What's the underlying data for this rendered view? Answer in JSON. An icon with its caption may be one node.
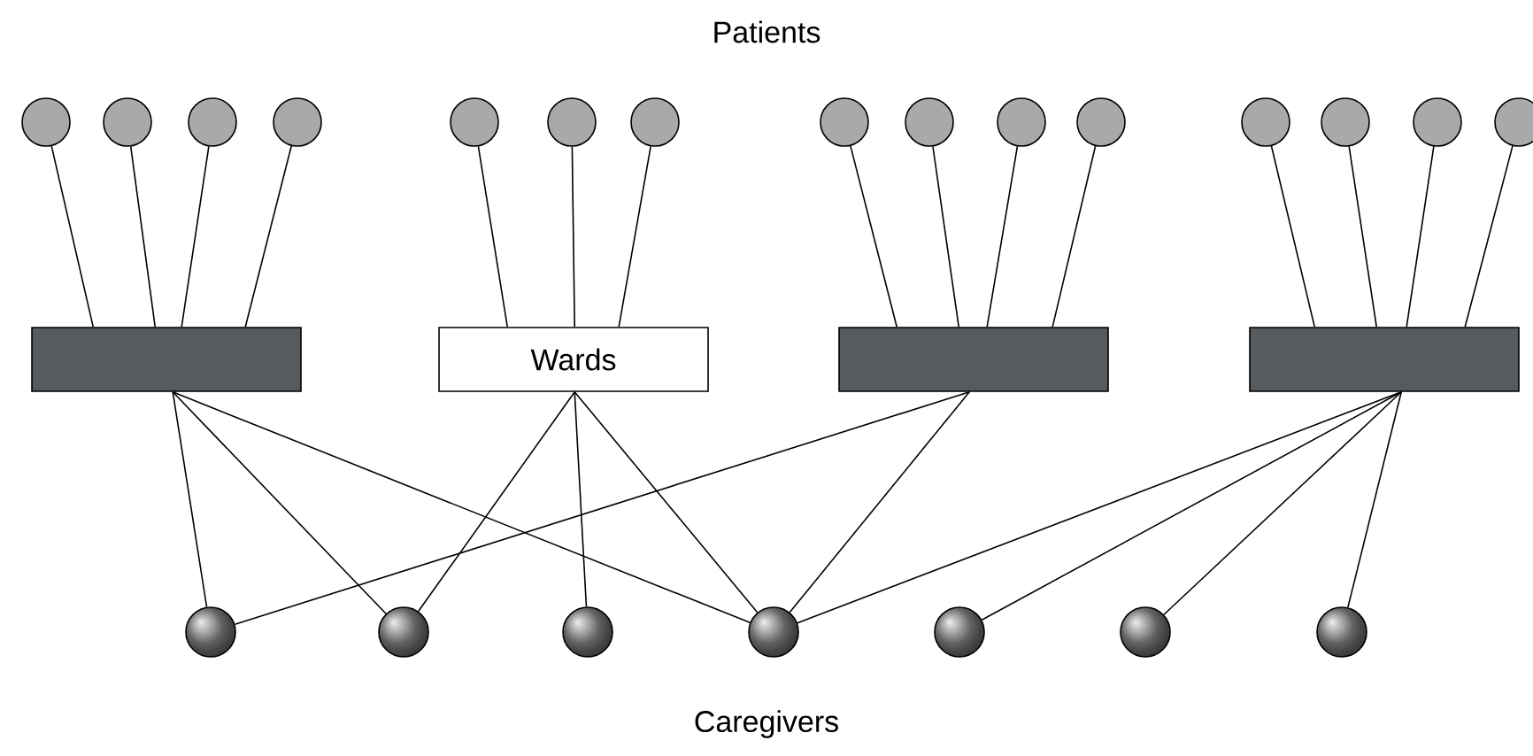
{
  "diagram": {
    "nodes": [
      {
        "text": [],
        "shape": "circle"
      },
      {
        "text": [],
        "shape": "circle"
      },
      {
        "text": [],
        "shape": "circle"
      },
      {
        "text": [],
        "shape": "circle"
      },
      {
        "text": [],
        "shape": "circle"
      },
      {
        "text": [],
        "shape": "circle"
      },
      {
        "text": [],
        "shape": "circle"
      },
      {
        "text": [],
        "shape": "circle"
      },
      {
        "text": [],
        "shape": "circle"
      },
      {
        "text": [],
        "shape": "circle"
      },
      {
        "text": [],
        "shape": "circle"
      },
      {
        "text": [],
        "shape": "circle"
      },
      {
        "text": [],
        "shape": "circle"
      },
      {
        "text": [],
        "shape": "circle"
      },
      {
        "text": [],
        "shape": "circle"
      },
      {
        "text": [],
        "shape": "box"
      },
      {
        "text": [
          "Wards"
        ]
      },
      {
        "text": [],
        "shape": "box"
      },
      {
        "text": [],
        "shape": "box"
      },
      {
        "text": [],
        "shape": "circle"
      },
      {
        "text": [],
        "shape": "circle"
      },
      {
        "text": [],
        "shape": "circle"
      },
      {
        "text": [],
        "shape": "circle"
      },
      {
        "text": [],
        "shape": "circle"
      },
      {
        "text": [],
        "shape": "circle"
      },
      {
        "text": [],
        "shape": "circle"
      }
    ],
    "edges": [
      {
        "from": 0,
        "to": 15,
        "arrow": "none"
      },
      {
        "from": 1,
        "to": 15,
        "arrow": "none"
      },
      {
        "from": 2,
        "to": 15,
        "arrow": "none"
      },
      {
        "from": 3,
        "to": 15,
        "arrow": "none"
      },
      {
        "from": 4,
        "to": 16,
        "arrow": "none"
      },
      {
        "from": 5,
        "to": 16,
        "arrow": "none"
      },
      {
        "from": 6,
        "to": 16,
        "arrow": "none"
      },
      {
        "from": 7,
        "to": 17,
        "arrow": "none"
      },
      {
        "from": 8,
        "to": 17,
        "arrow": "none"
      },
      {
        "from": 9,
        "to": 17,
        "arrow": "none"
      },
      {
        "from": 10,
        "to": 17,
        "arrow": "none"
      },
      {
        "from": 11,
        "to": 18,
        "arrow": "none"
      },
      {
        "from": 12,
        "to": 18,
        "arrow": "none"
      },
      {
        "from": 13,
        "to": 18,
        "arrow": "none"
      },
      {
        "from": 14,
        "to": 18,
        "arrow": "none"
      },
      {
        "from": 15,
        "to": 19,
        "arrow": "none"
      },
      {
        "from": 15,
        "to": 20,
        "arrow": "none"
      },
      {
        "from": 15,
        "to": 22,
        "arrow": "none"
      },
      {
        "from": 16,
        "to": 20,
        "arrow": "none"
      },
      {
        "from": 16,
        "to": 21,
        "arrow": "none"
      },
      {
        "from": 16,
        "to": 22,
        "arrow": "none"
      },
      {
        "from": 17,
        "to": 19,
        "arrow": "none"
      },
      {
        "from": 17,
        "to": 22,
        "arrow": "none"
      },
      {
        "from": 18,
        "to": 22,
        "arrow": "none"
      },
      {
        "from": 18,
        "to": 23,
        "arrow": "none"
      },
      {
        "from": 18,
        "to": 24,
        "arrow": "none"
      },
      {
        "from": 18,
        "to": 25,
        "arrow": "none"
      }
    ],
    "labels": [
      "Patients",
      "Caregivers"
    ]
  }
}
